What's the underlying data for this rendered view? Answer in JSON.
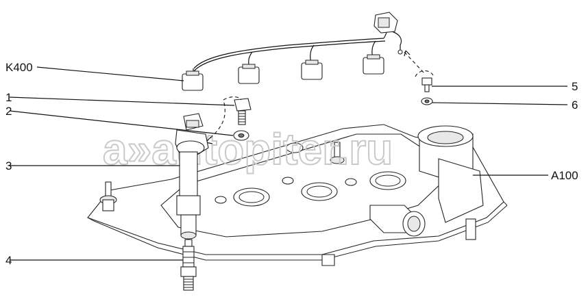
{
  "labels": {
    "k400": "K400",
    "l1": "1",
    "l2": "2",
    "l3": "3",
    "l4": "4",
    "l5": "5",
    "l6": "6",
    "a100": "A100"
  },
  "watermark": "a»autopiter.ru",
  "colors": {
    "line": "#111111",
    "background": "#ffffff",
    "watermark": "#c9c9c9"
  }
}
